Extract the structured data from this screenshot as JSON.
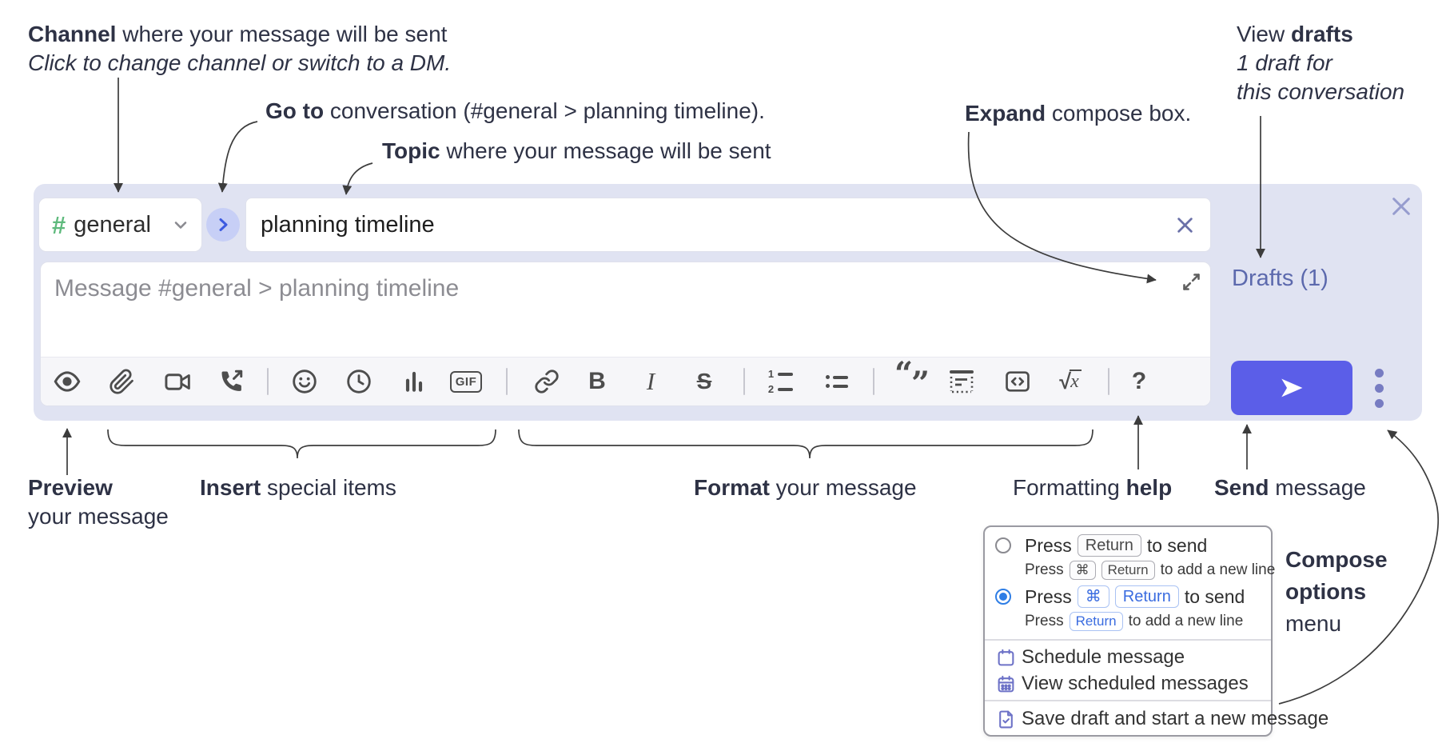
{
  "annotations": {
    "channel": {
      "bold": "Channel",
      "rest": " where your message will be sent",
      "sub": "Click to change channel or switch to a DM."
    },
    "goto": {
      "bold": "Go to",
      "rest": " conversation (#general > planning timeline)."
    },
    "topic": {
      "bold": "Topic",
      "rest": " where your message will be sent"
    },
    "expand": {
      "bold": "Expand",
      "rest": " compose box."
    },
    "view_drafts": {
      "pre": "View ",
      "bold": "drafts",
      "sub1": "1 draft for",
      "sub2": "this conversation"
    },
    "preview": {
      "bold": "Preview",
      "rest2": "your message"
    },
    "insert": {
      "bold": "Insert",
      "rest": " special items"
    },
    "format": {
      "bold": "Format",
      "rest": " your message"
    },
    "help": {
      "pre": "Formatting ",
      "bold": "help"
    },
    "send": {
      "bold": "Send",
      "rest": " message"
    },
    "compose_options": {
      "bold1": "Compose",
      "bold2": "options",
      "rest3": "menu"
    }
  },
  "compose": {
    "channel": {
      "hash": "#",
      "name": "general"
    },
    "topic_value": "planning timeline",
    "message_placeholder": "Message #general > planning timeline",
    "drafts_label": "Drafts (1)",
    "toolbar": {
      "icons": [
        "preview",
        "attach-file",
        "video-call",
        "audio-call",
        "emoji",
        "time",
        "poll",
        "gif",
        "link",
        "bold",
        "italic",
        "strikethrough",
        "numbered-list",
        "bulleted-list",
        "quote",
        "spoiler",
        "code",
        "math",
        "help"
      ],
      "gif": "GIF",
      "bold": "B",
      "italic": "I",
      "strike": "S",
      "sqrt": "√",
      "x": "x",
      "help": "?",
      "ol1": "1",
      "ol2": "2",
      "quote_open": "“",
      "quote_close": "”"
    }
  },
  "options_menu": {
    "option_return": {
      "pre": "Press",
      "key": "Return",
      "post": "to send",
      "sub_pre": "Press",
      "sub_key1": "⌘",
      "sub_key2": "Return",
      "sub_post": "to add a new line"
    },
    "option_cmd_return": {
      "pre": "Press",
      "key1": "⌘",
      "key2": "Return",
      "post": "to send",
      "sub_pre": "Press",
      "sub_key": "Return",
      "sub_post": "to add a new line"
    },
    "items": [
      "Schedule message",
      "View scheduled messages",
      "Save draft and start a new message"
    ]
  },
  "colors": {
    "container_bg": "#e0e3f2",
    "accent_send": "#5b5ee8",
    "drafts_link": "#5c69ad",
    "hash_green": "#5fba7d",
    "goto_circle": "#c7cff6",
    "radio_selected": "#2e7de5",
    "key_blue": "#3a6ce0",
    "menu_icon_purple": "#6d72c7",
    "icon_gray": "#4d4d4d"
  }
}
